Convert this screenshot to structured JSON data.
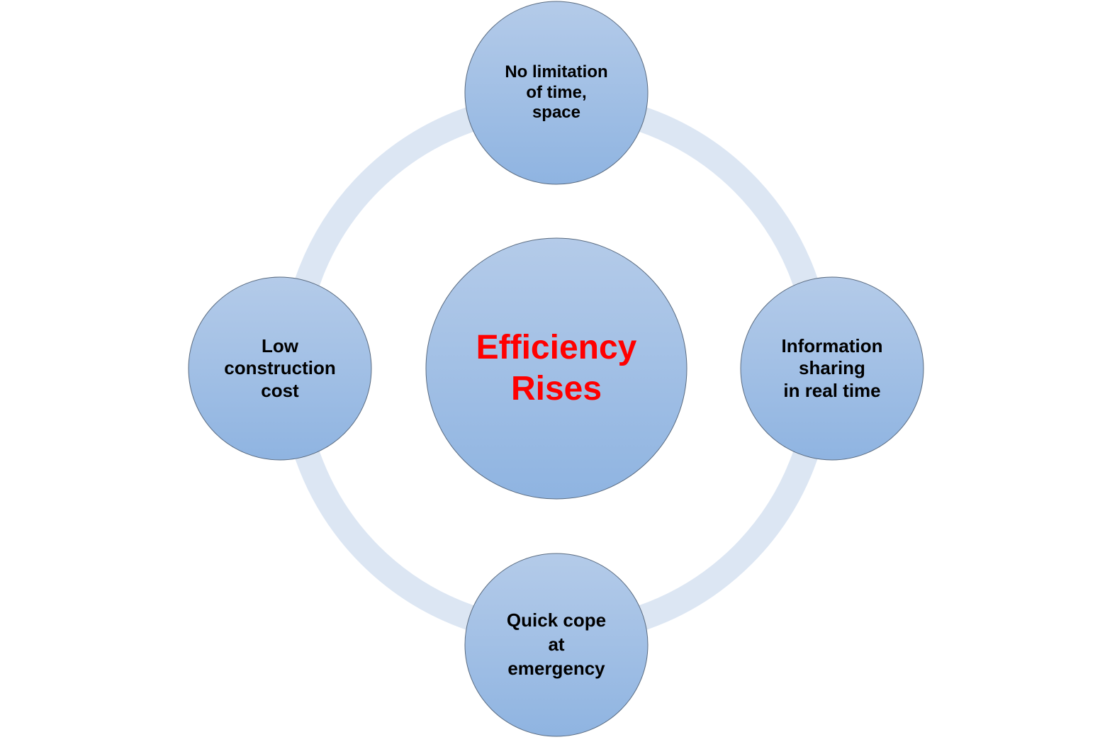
{
  "center": {
    "label": "Efficiency\nRises",
    "color": "#ff0000"
  },
  "nodes": [
    {
      "id": "top",
      "label": "No limitation\nof time,\nspace"
    },
    {
      "id": "right",
      "label": "Information\nsharing\nin real time"
    },
    {
      "id": "bottom",
      "label": "Quick cope\nat\nemergency"
    },
    {
      "id": "left",
      "label": "Low\nconstruction\ncost"
    }
  ],
  "colors": {
    "ring": "#dce6f3",
    "fill_top": "#b4cbe9",
    "fill_bottom": "#8fb4e1",
    "outline": "#5a6b80"
  }
}
